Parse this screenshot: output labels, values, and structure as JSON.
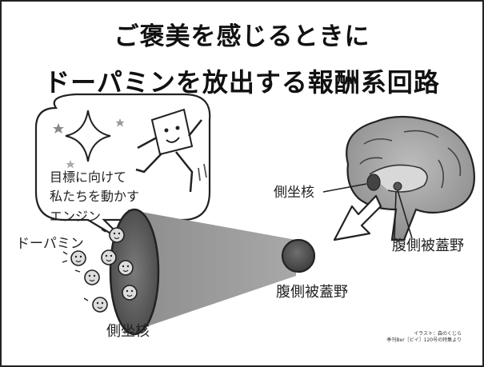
{
  "title": {
    "line1": "ご褒美を感じるときに",
    "line2": "ドーパミンを放出する報酬系回路"
  },
  "bubble": {
    "line1": "目標に向けて",
    "line2": "私たちを動かす",
    "line3": "エンジン"
  },
  "labels": {
    "dopamine": "ドーパミン",
    "nucleus_accumbens_bottom": "側坐核",
    "vta_center": "腹側被蓋野",
    "nucleus_accumbens_brain": "側坐核",
    "vta_brain": "腹側被蓋野"
  },
  "credit": {
    "line1": "イラスト：森のくじら",
    "line2": "季刊Ber［ビイ］120号の特集より"
  },
  "icons": [
    "sparkle-star-icon",
    "running-figure-icon",
    "dopamine-molecule-icon",
    "brain-icon",
    "arrow-icon"
  ],
  "colors": {
    "ink": "#222222",
    "shade_dark": "#555555",
    "shade_mid": "#8a8a8a",
    "shade_light": "#cfcfcf"
  }
}
